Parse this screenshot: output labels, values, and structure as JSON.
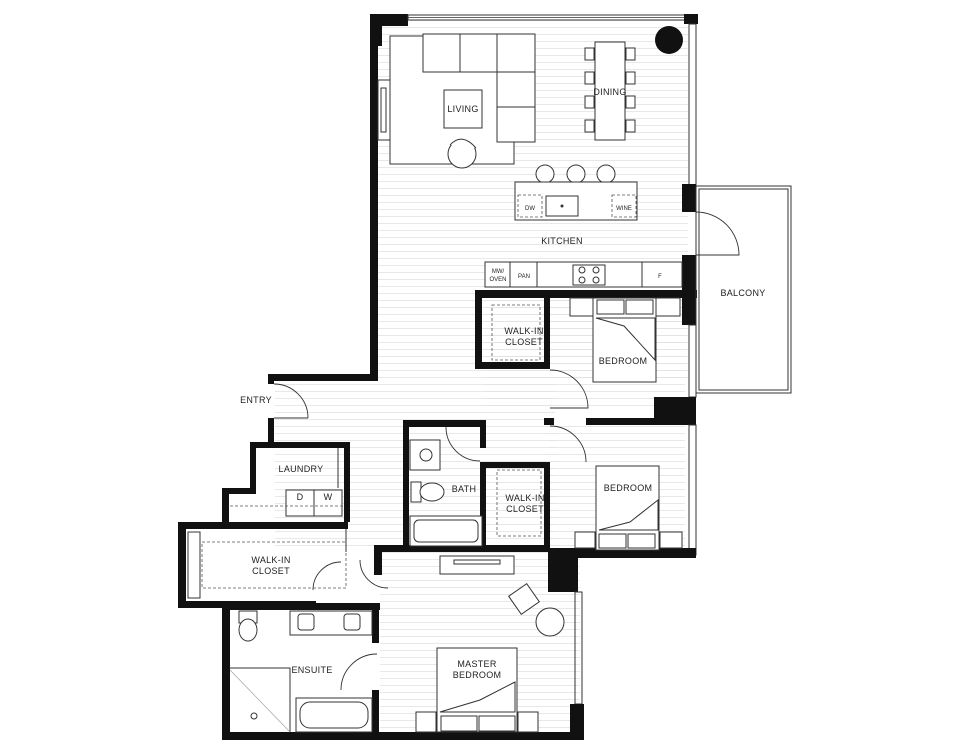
{
  "rooms": {
    "living": "LIVING",
    "dining": "DINING",
    "kitchen": "KITCHEN",
    "balcony": "BALCONY",
    "walkin1_a": "WALK-IN",
    "walkin1_b": "CLOSET",
    "bedroom1": "BEDROOM",
    "entry": "ENTRY",
    "laundry": "LAUNDRY",
    "bath": "BATH",
    "walkin2_a": "WALK-IN",
    "walkin2_b": "CLOSET",
    "bedroom2": "BEDROOM",
    "walkin3_a": "WALK-IN",
    "walkin3_b": "CLOSET",
    "ensuite": "ENSUITE",
    "master_a": "MASTER",
    "master_b": "BEDROOM"
  },
  "appliances": {
    "dw": "DW",
    "wine": "WINE",
    "mw_a": "MW/",
    "mw_b": "OVEN",
    "pan": "PAN",
    "f": "F",
    "dryer": "D",
    "washer": "W"
  }
}
